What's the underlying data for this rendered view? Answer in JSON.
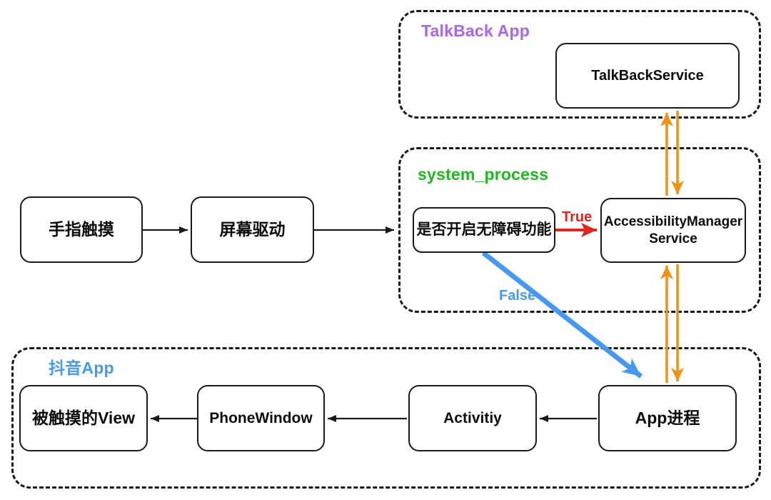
{
  "colors": {
    "ink": "#1a1a1a",
    "purple": "#ad63f2",
    "green": "#1db91d",
    "blue": "#4699f2",
    "red": "#e52222",
    "orange": "#f2910f"
  },
  "groups": {
    "talkback": {
      "label": "TalkBack App"
    },
    "system": {
      "label": "system_process"
    },
    "douyin": {
      "label": "抖音App"
    }
  },
  "nodes": {
    "finger_touch": {
      "label": "手指触摸"
    },
    "screen_driver": {
      "label": "屏幕驱动"
    },
    "accessibility_check": {
      "label": "是否开启无障碍功能"
    },
    "talkback_service": {
      "label": "TalkBackService"
    },
    "accessibility_manager_service": {
      "lines": [
        "AccessibilityManager",
        "Service"
      ]
    },
    "touched_view": {
      "label": "被触摸的View"
    },
    "phone_window": {
      "label": "PhoneWindow"
    },
    "activity": {
      "label": "Activitiy"
    },
    "app_process": {
      "label": "App进程"
    }
  },
  "edge_labels": {
    "true": "True",
    "false": "False"
  }
}
